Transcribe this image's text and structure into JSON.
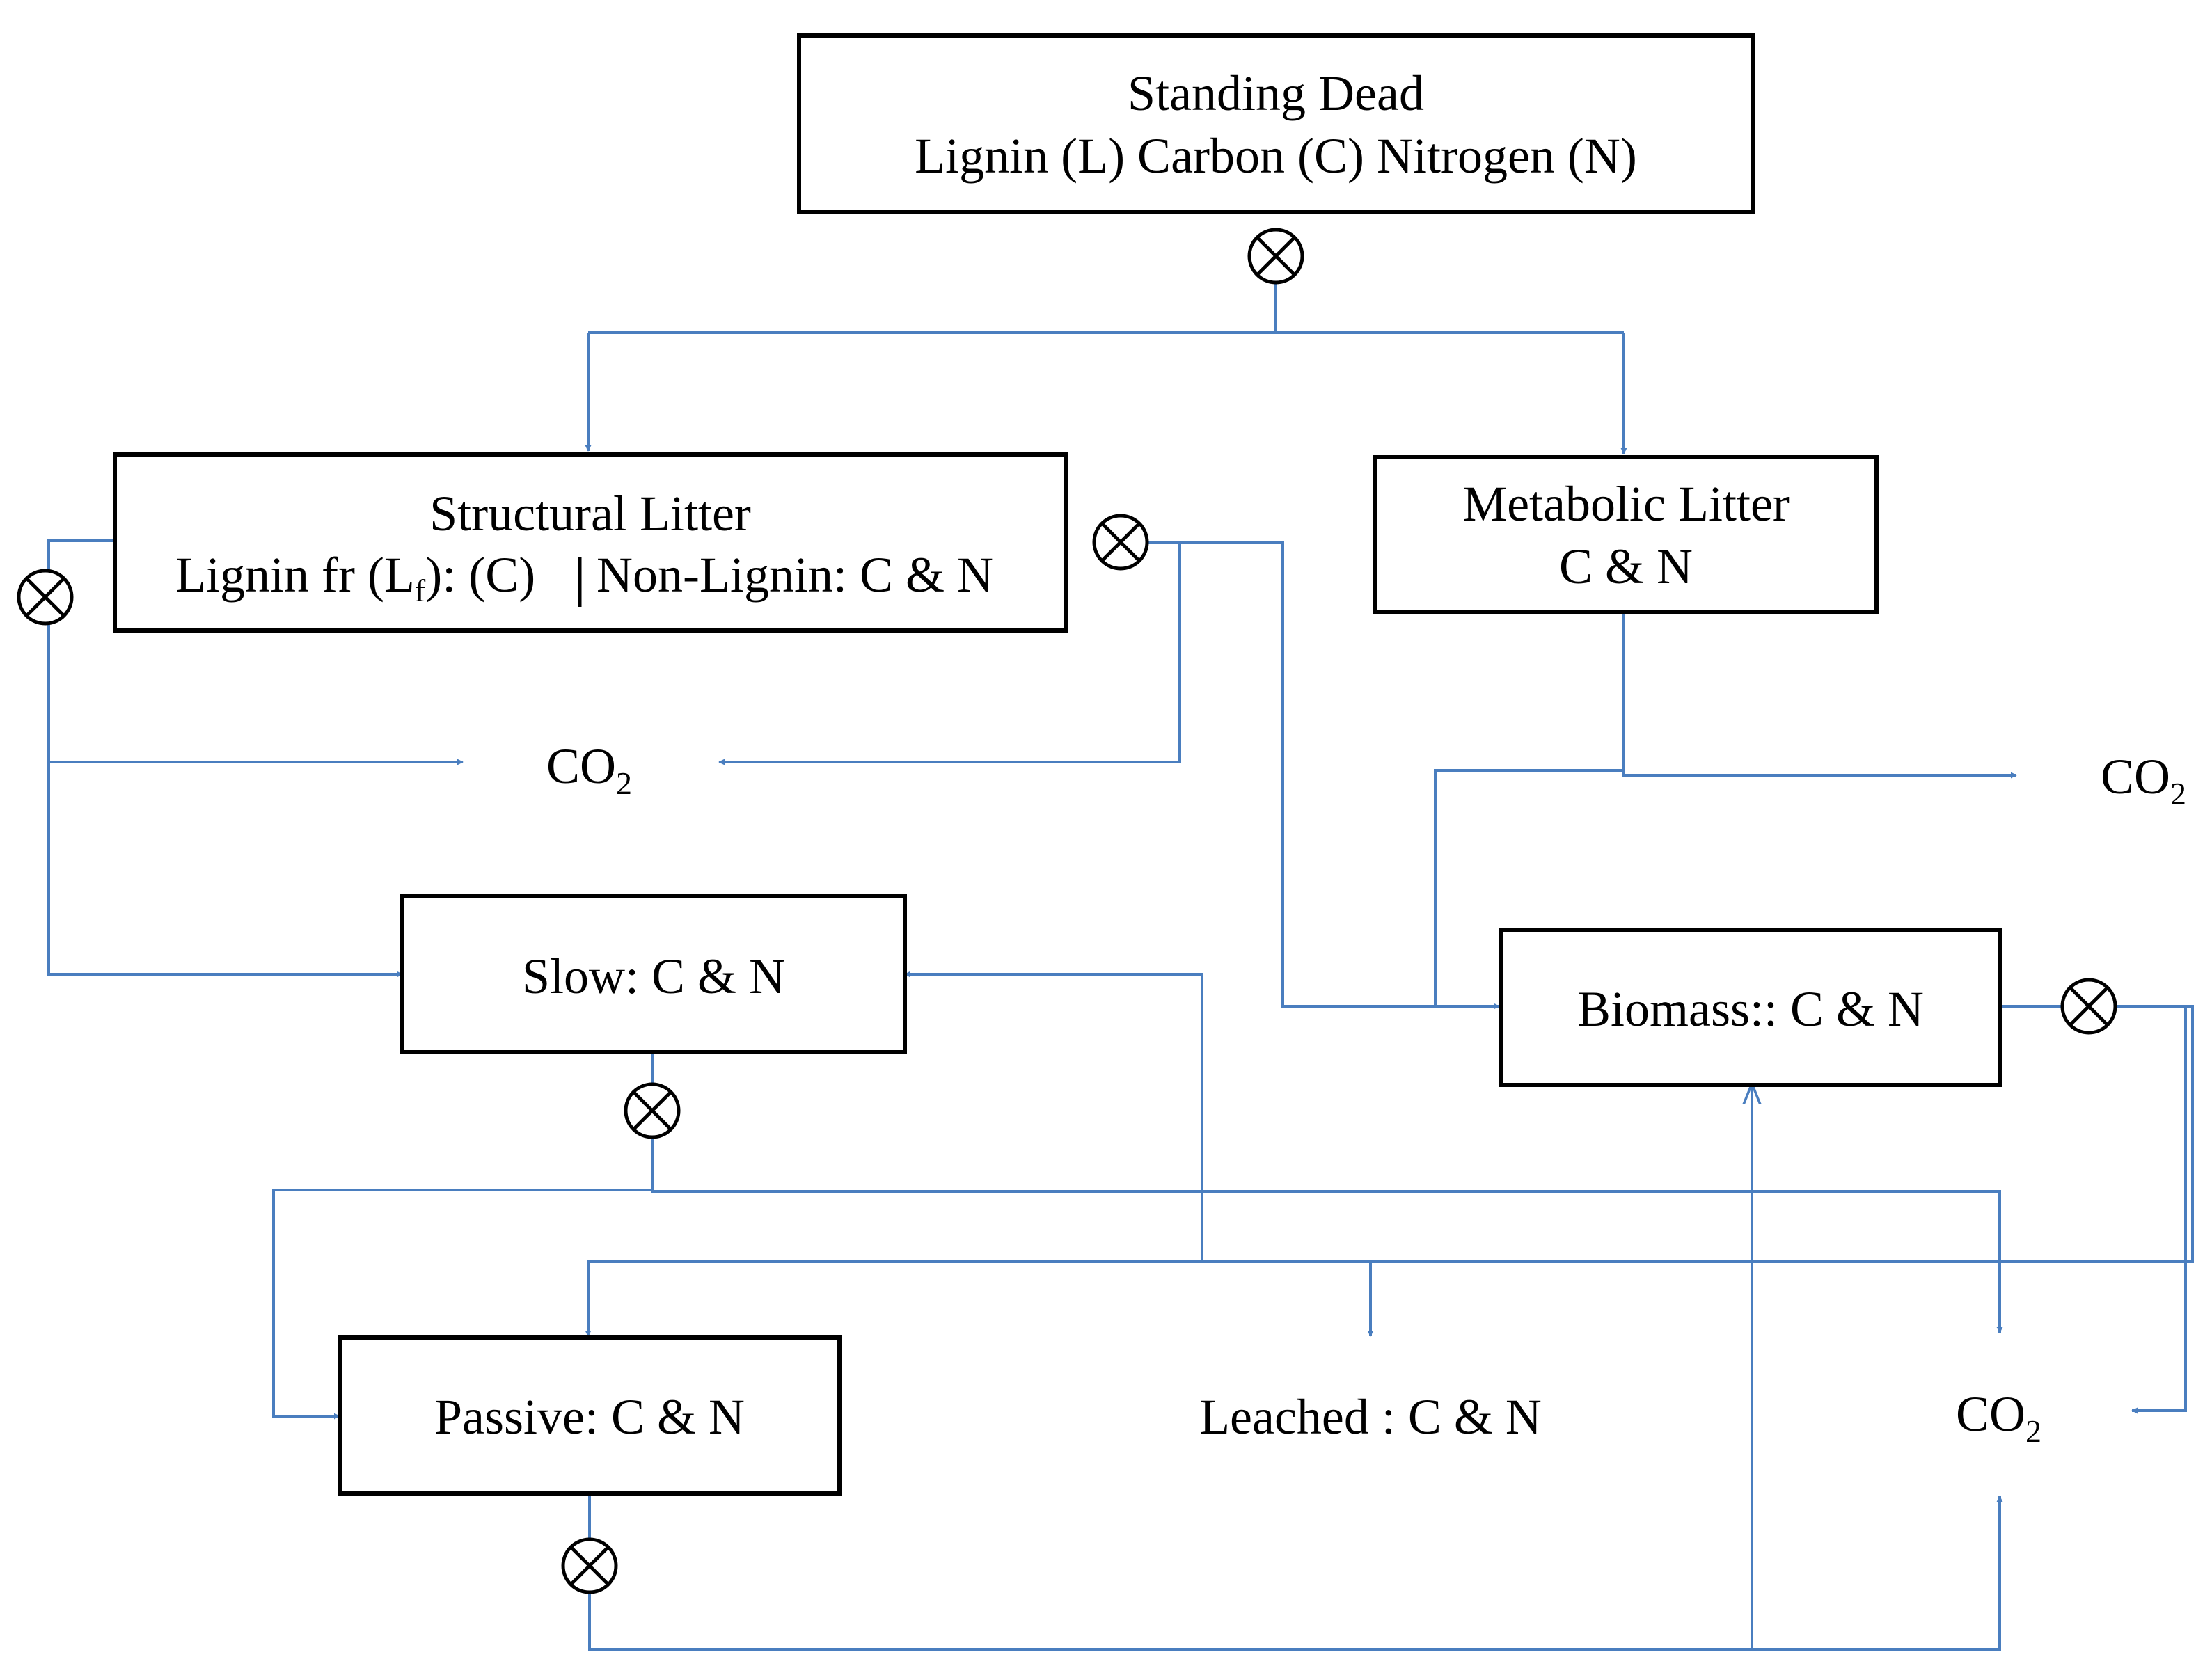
{
  "colors": {
    "flow": "#4a7ebf",
    "box_border": "#000000",
    "background": "#ffffff"
  },
  "boxes": {
    "standing_dead": {
      "line1": "Standing Dead",
      "line2": "Lignin (L) Carbon (C) Nitrogen (N)"
    },
    "structural_litter": {
      "line1": "Structural Litter",
      "lignin_prefix": "Lignin fr (L",
      "lignin_sub": "f",
      "lignin_suffix": "): (C)",
      "non_lignin": "Non-Lignin: C & N"
    },
    "metabolic_litter": {
      "line1": "Metabolic Litter",
      "line2": "C & N"
    },
    "slow": {
      "label": "Slow: C & N"
    },
    "biomass": {
      "label": "Biomass:: C & N"
    },
    "passive": {
      "label": "Passive: C & N"
    }
  },
  "outputs": {
    "co2_base": "CO",
    "co2_sub": "2",
    "leached": "Leached : C & N"
  },
  "icons": {
    "control": "circle-x-icon"
  }
}
